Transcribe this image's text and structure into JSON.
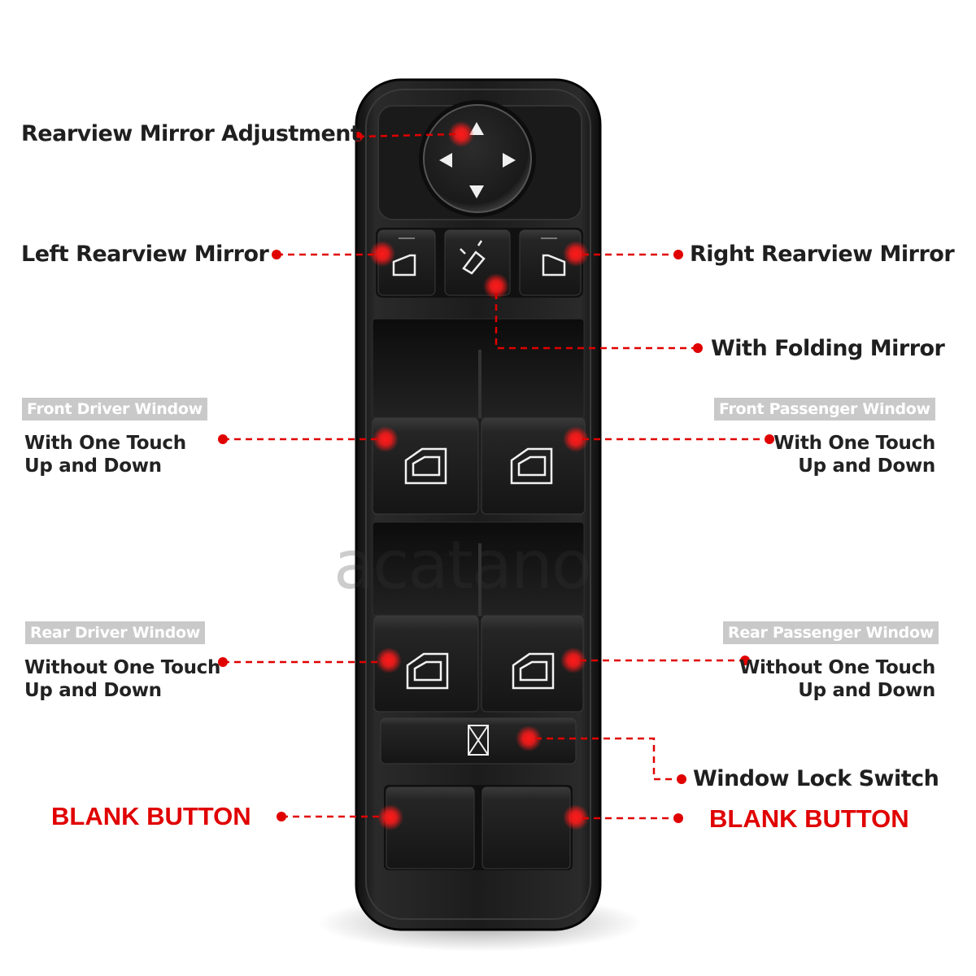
{
  "callouts": {
    "mirror_adjust": "Rearview Mirror Adjustment",
    "left_mirror": "Left Rearview Mirror",
    "right_mirror": "Right Rearview Mirror",
    "folding_mirror": "With Folding Mirror",
    "front_driver": {
      "title": "Front Driver Window",
      "line1": "With One Touch",
      "line2": "Up and Down"
    },
    "front_passenger": {
      "title": "Front Passenger Window",
      "line1": "With One Touch",
      "line2": "Up and Down"
    },
    "rear_driver": {
      "title": "Rear Driver Window",
      "line1": "Without One Touch",
      "line2": "Up and Down"
    },
    "rear_passenger": {
      "title": "Rear Passenger Window",
      "line1": "Without One Touch",
      "line2": "Up and Down"
    },
    "lock_switch": "Window Lock Switch",
    "blank_left": "BLANK BUTTON",
    "blank_right": "BLANK BUTTON"
  },
  "watermark": "acatano",
  "colors": {
    "callout_red": "#e00000",
    "panel": "#1e1e1e",
    "label_gray": "#c9c9c9",
    "text_dark": "#1f1f1f"
  }
}
